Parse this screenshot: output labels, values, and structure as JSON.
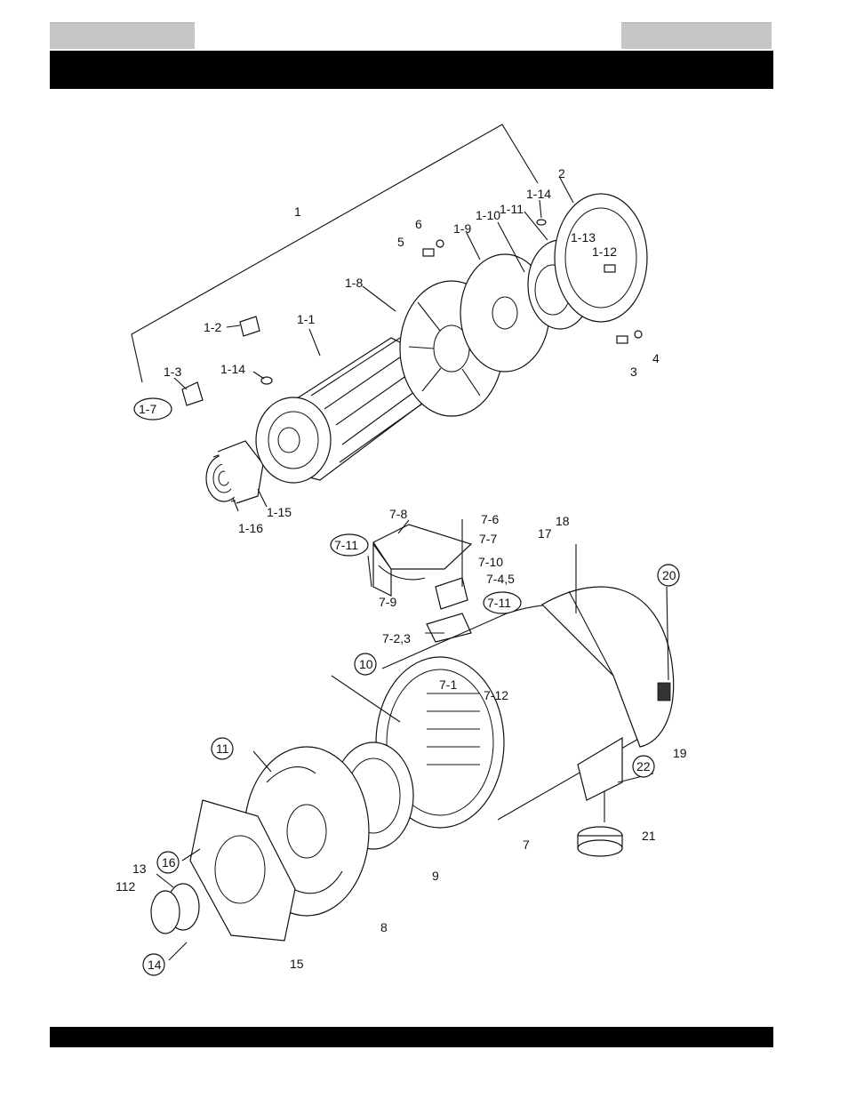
{
  "header": {},
  "footer": {},
  "labels": {
    "l1": "1",
    "l2": "2",
    "l3": "3",
    "l4": "4",
    "l5": "5",
    "l6": "6",
    "l1_1": "1-1",
    "l1_2": "1-2",
    "l1_3": "1-3",
    "l1_7": "1-7",
    "l1_8": "1-8",
    "l1_9": "1-9",
    "l1_10": "1-10",
    "l1_11": "1-11",
    "l1_12": "1-12",
    "l1_13": "1-13",
    "l1_14a": "1-14",
    "l1_14b": "1-14",
    "l1_15": "1-15",
    "l1_16": "1-16",
    "l7": "7",
    "l7_1": "7-1",
    "l7_2_3": "7-2,3",
    "l7_4_5": "7-4,5",
    "l7_6": "7-6",
    "l7_7": "7-7",
    "l7_8": "7-8",
    "l7_9": "7-9",
    "l7_10": "7-10",
    "l7_11a": "7-11",
    "l7_11b": "7-11",
    "l7_12": "7-12",
    "l8": "8",
    "l9": "9",
    "l10": "10",
    "l11": "11",
    "l112": "112",
    "l13": "13",
    "l14": "14",
    "l15": "15",
    "l16": "16",
    "l17": "17",
    "l18": "18",
    "l19": "19",
    "l20": "20",
    "l21": "21",
    "l22": "22"
  }
}
